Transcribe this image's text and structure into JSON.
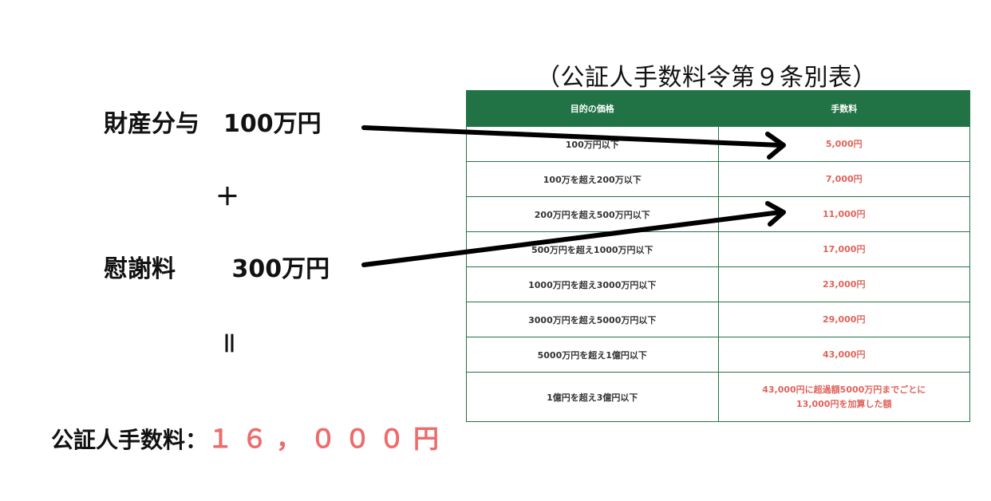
{
  "left": {
    "item1": "財産分与　100万円",
    "plus": "＋",
    "item2": "慰謝料　　 300万円",
    "equals": "＝",
    "result_label": "公証人手数料：",
    "result_value": "１６，０００円"
  },
  "caption": "（公証人手数料令第９条別表）",
  "table": {
    "headers": [
      "目的の価格",
      "手数料"
    ],
    "rows": [
      {
        "price": "100万円以下",
        "fee": "5,000円"
      },
      {
        "price": "100万を超え200万以下",
        "fee": "7,000円"
      },
      {
        "price": "200万円を超え500万円以下",
        "fee": "11,000円"
      },
      {
        "price": "500万円を超え1000万円以下",
        "fee": "17,000円"
      },
      {
        "price": "1000万円を超え3000万円以下",
        "fee": "23,000円"
      },
      {
        "price": "3000万円を超え5000万円以下",
        "fee": "29,000円"
      },
      {
        "price": "5000万円を超え1億円以下",
        "fee": "43,000円"
      },
      {
        "price": "1億円を超え3億円以下",
        "fee_line1": "43,000円に超過額5000万円までごとに",
        "fee_line2": "13,000円を加算した額"
      }
    ]
  },
  "colors": {
    "header_green": "#217346",
    "accent_red": "#ee6b6b"
  }
}
